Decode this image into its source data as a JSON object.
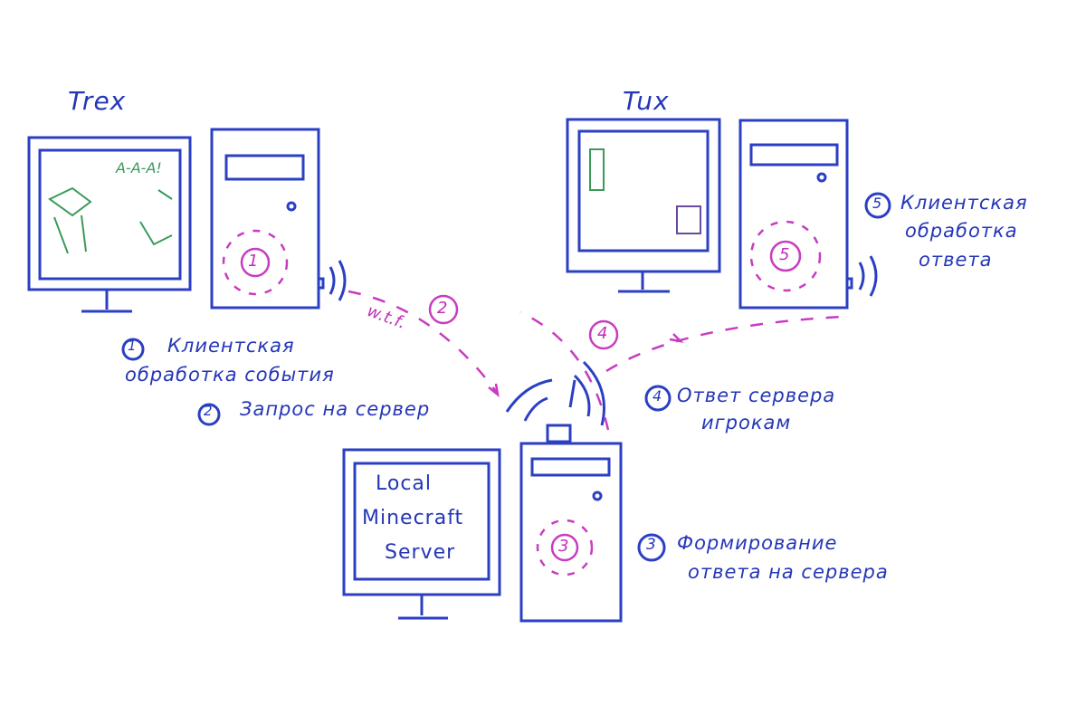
{
  "players": {
    "left": "Trex",
    "right": "Tux"
  },
  "scream": "A-A-A!",
  "wtf": "w.t.f.",
  "server_screen": [
    "Local",
    "Minecraft",
    "Server"
  ],
  "steps": [
    {
      "num": "1",
      "text": [
        "Клиентская",
        "обработка события"
      ]
    },
    {
      "num": "2",
      "text": [
        "Запрос на сервер"
      ]
    },
    {
      "num": "3",
      "text": [
        "Формирование",
        "ответа на сервера"
      ]
    },
    {
      "num": "4",
      "text": [
        "Ответ сервера",
        "игрокам"
      ]
    },
    {
      "num": "5",
      "text": [
        "Клиентская",
        "обработка",
        "ответа"
      ]
    }
  ],
  "colors": {
    "ink": "#2b3fc4",
    "magenta": "#c83cc0",
    "green": "#3a9a5a"
  }
}
